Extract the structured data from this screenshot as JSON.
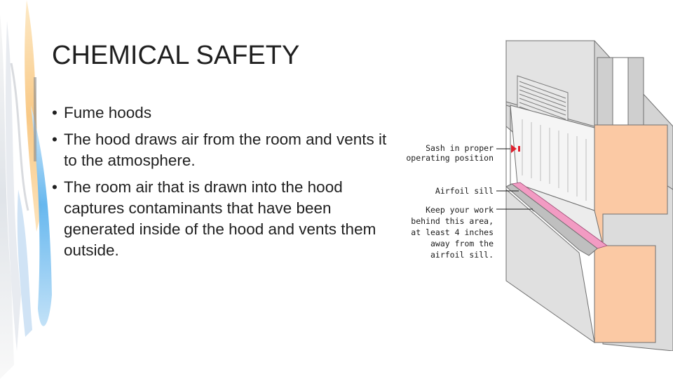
{
  "slide": {
    "title": "CHEMICAL SAFETY",
    "bullets": [
      "Fume hoods",
      "The hood draws air from the room and vents it to the atmosphere.",
      "The room air that is drawn into the hood captures contaminants that have been generated inside of the hood and vents them outside."
    ]
  },
  "diagram": {
    "labels": {
      "sash_line1": "Sash in proper",
      "sash_line2": "operating position",
      "airfoil": "Airfoil sill",
      "work_line1": "Keep your work",
      "work_line2": "behind this area,",
      "work_line3": "at least 4 inches",
      "work_line4": "away from the",
      "work_line5": "airfoil sill."
    },
    "colors": {
      "cutaway_peach": "#FBC9A4",
      "sill_pink": "#F29BC3",
      "hood_gray": "#D9D9D9",
      "marker_red": "#E0202E"
    }
  }
}
